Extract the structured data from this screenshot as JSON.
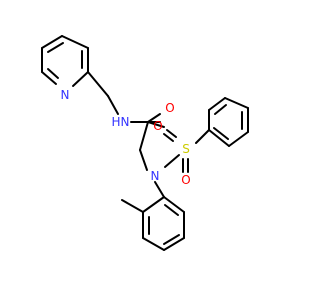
{
  "molecule": {
    "atoms": {
      "pyridine_n": {
        "label": "N",
        "color": "#3333ff"
      },
      "amide_n": {
        "label": "N",
        "color": "#3333ff"
      },
      "amide_h": {
        "label": "H",
        "color": "#3333ff"
      },
      "carbonyl_o": {
        "label": "O",
        "color": "#ff0000"
      },
      "sulfonamide_n": {
        "label": "N",
        "color": "#3333ff"
      },
      "sulfonyl_s": {
        "label": "S",
        "color": "#cccc00"
      },
      "sulfonyl_o_left": {
        "label": "O",
        "color": "#ff0000"
      },
      "sulfonyl_o_bottom": {
        "label": "O",
        "color": "#ff0000"
      }
    }
  }
}
